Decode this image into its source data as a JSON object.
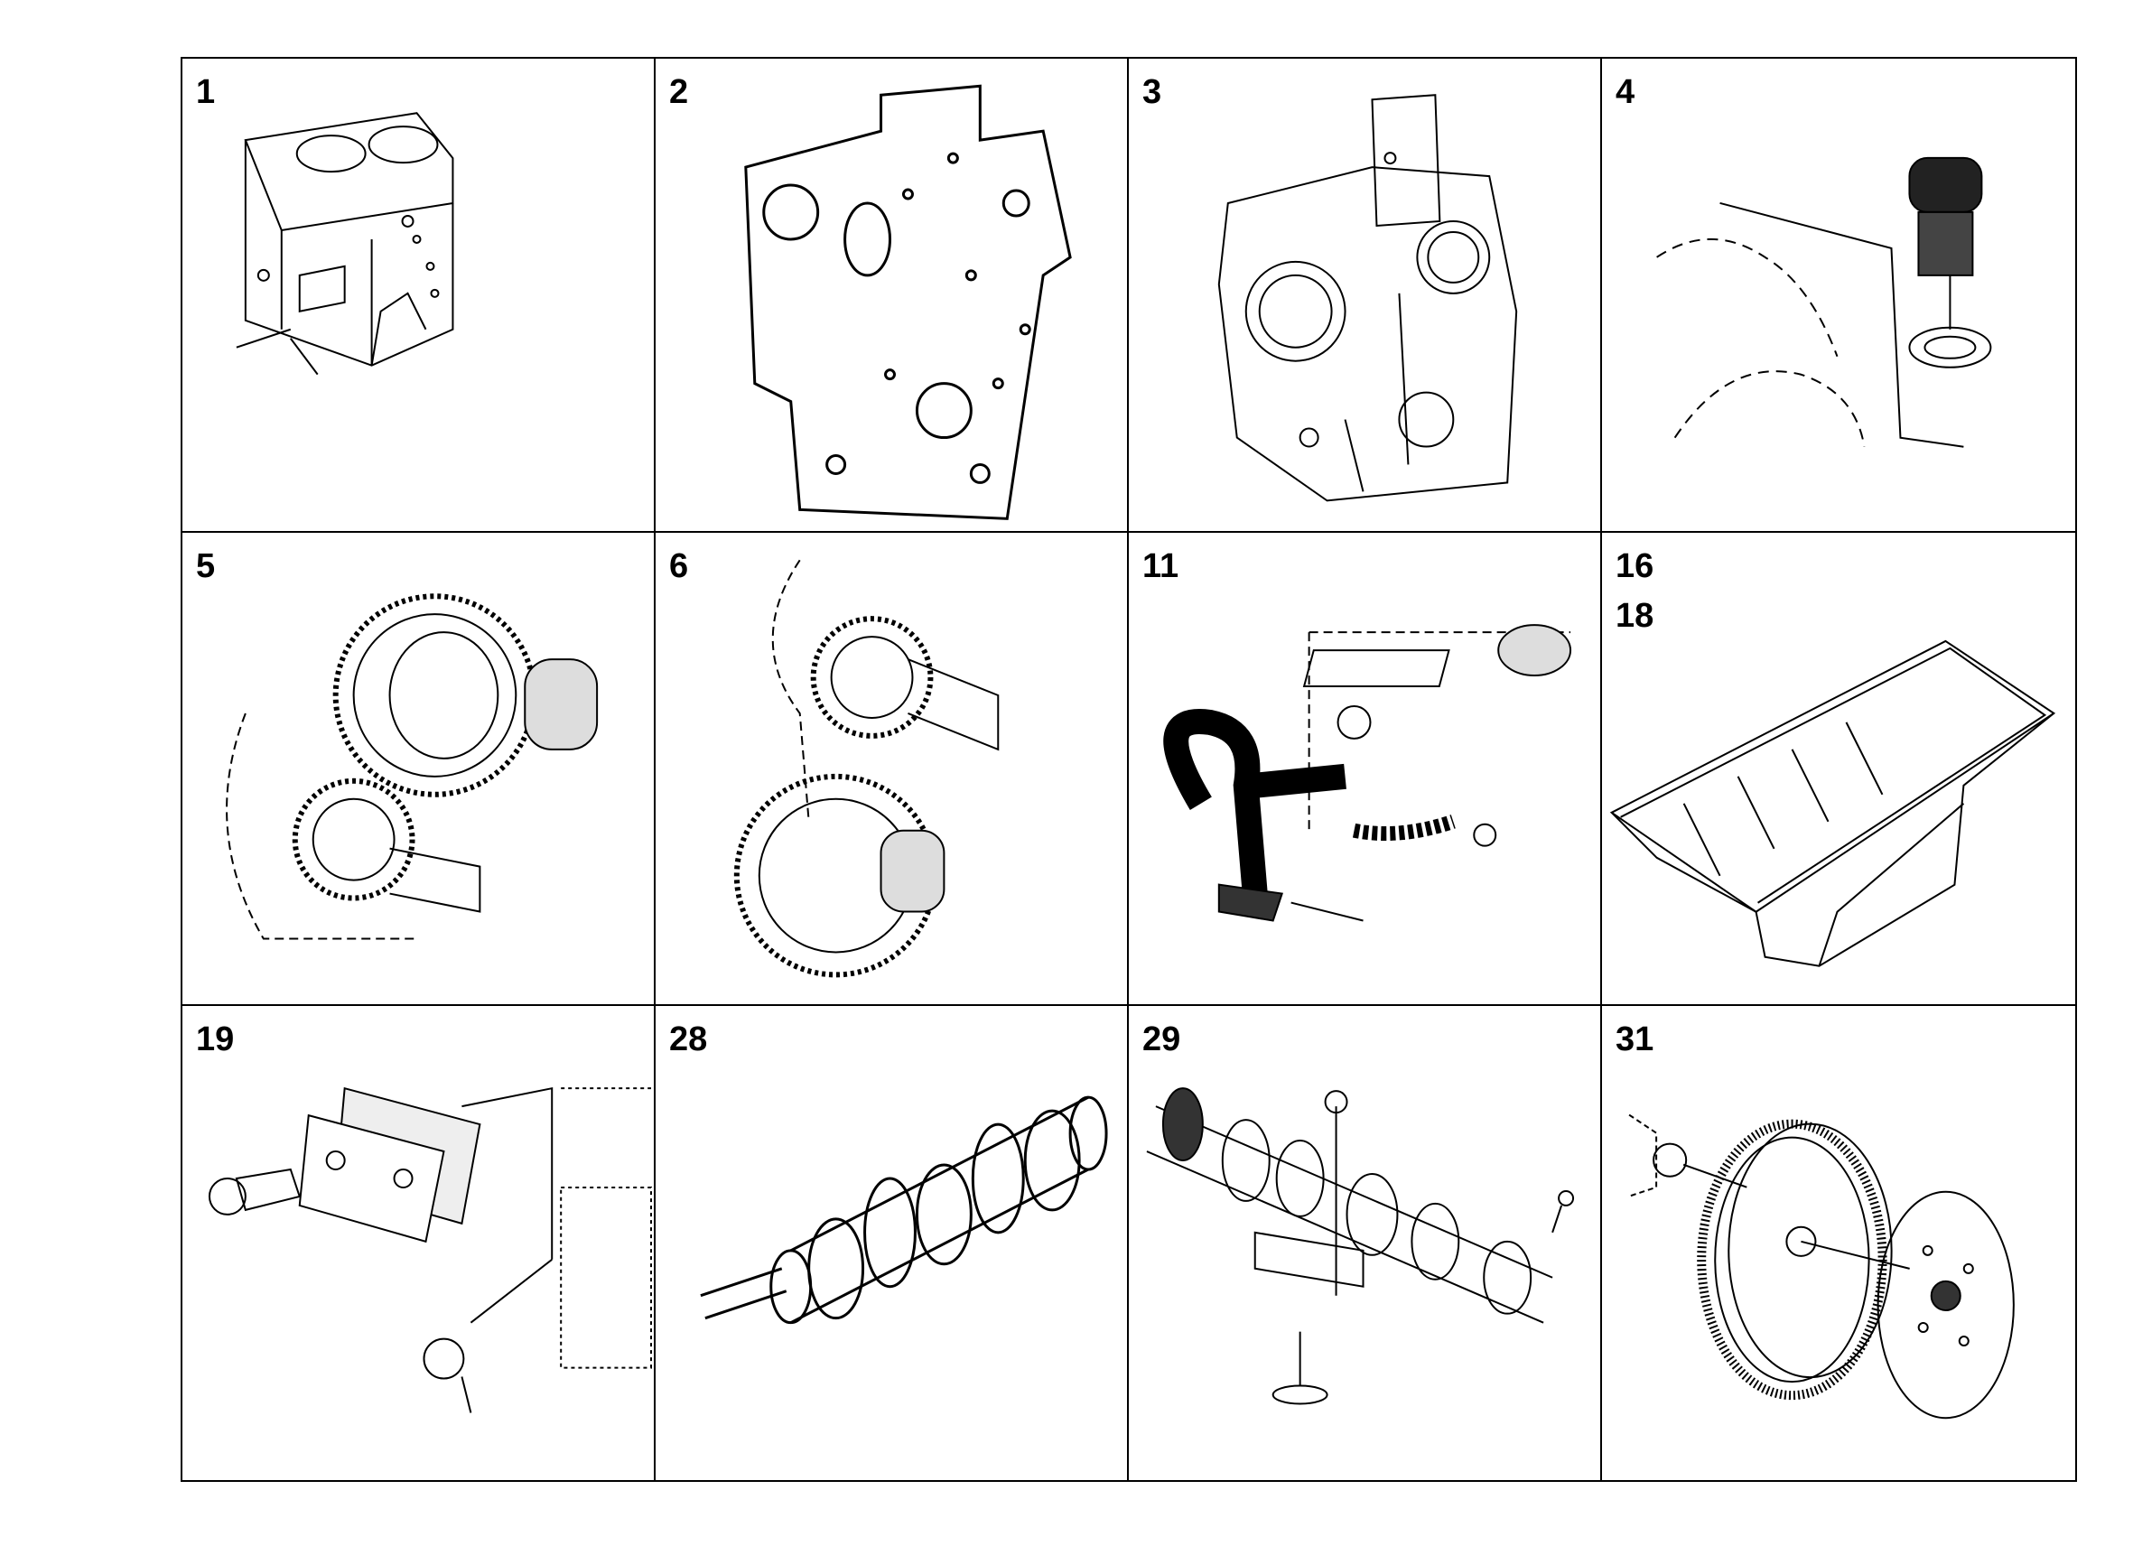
{
  "cells": [
    {
      "labels": [
        "1"
      ],
      "part": "engine-block"
    },
    {
      "labels": [
        "2"
      ],
      "part": "gasket"
    },
    {
      "labels": [
        "3"
      ],
      "part": "timing-cover"
    },
    {
      "labels": [
        "4"
      ],
      "part": "oil-filter-plug"
    },
    {
      "labels": [
        "5"
      ],
      "part": "gear-set"
    },
    {
      "labels": [
        "6"
      ],
      "part": "gear-set-alt"
    },
    {
      "labels": [
        "11"
      ],
      "part": "breather-hose"
    },
    {
      "labels": [
        "16",
        "18"
      ],
      "part": "oil-pan"
    },
    {
      "labels": [
        "19"
      ],
      "part": "cover-plate"
    },
    {
      "labels": [
        "28"
      ],
      "part": "crankshaft"
    },
    {
      "labels": [
        "29"
      ],
      "part": "camshaft"
    },
    {
      "labels": [
        "31"
      ],
      "part": "pulley"
    }
  ]
}
